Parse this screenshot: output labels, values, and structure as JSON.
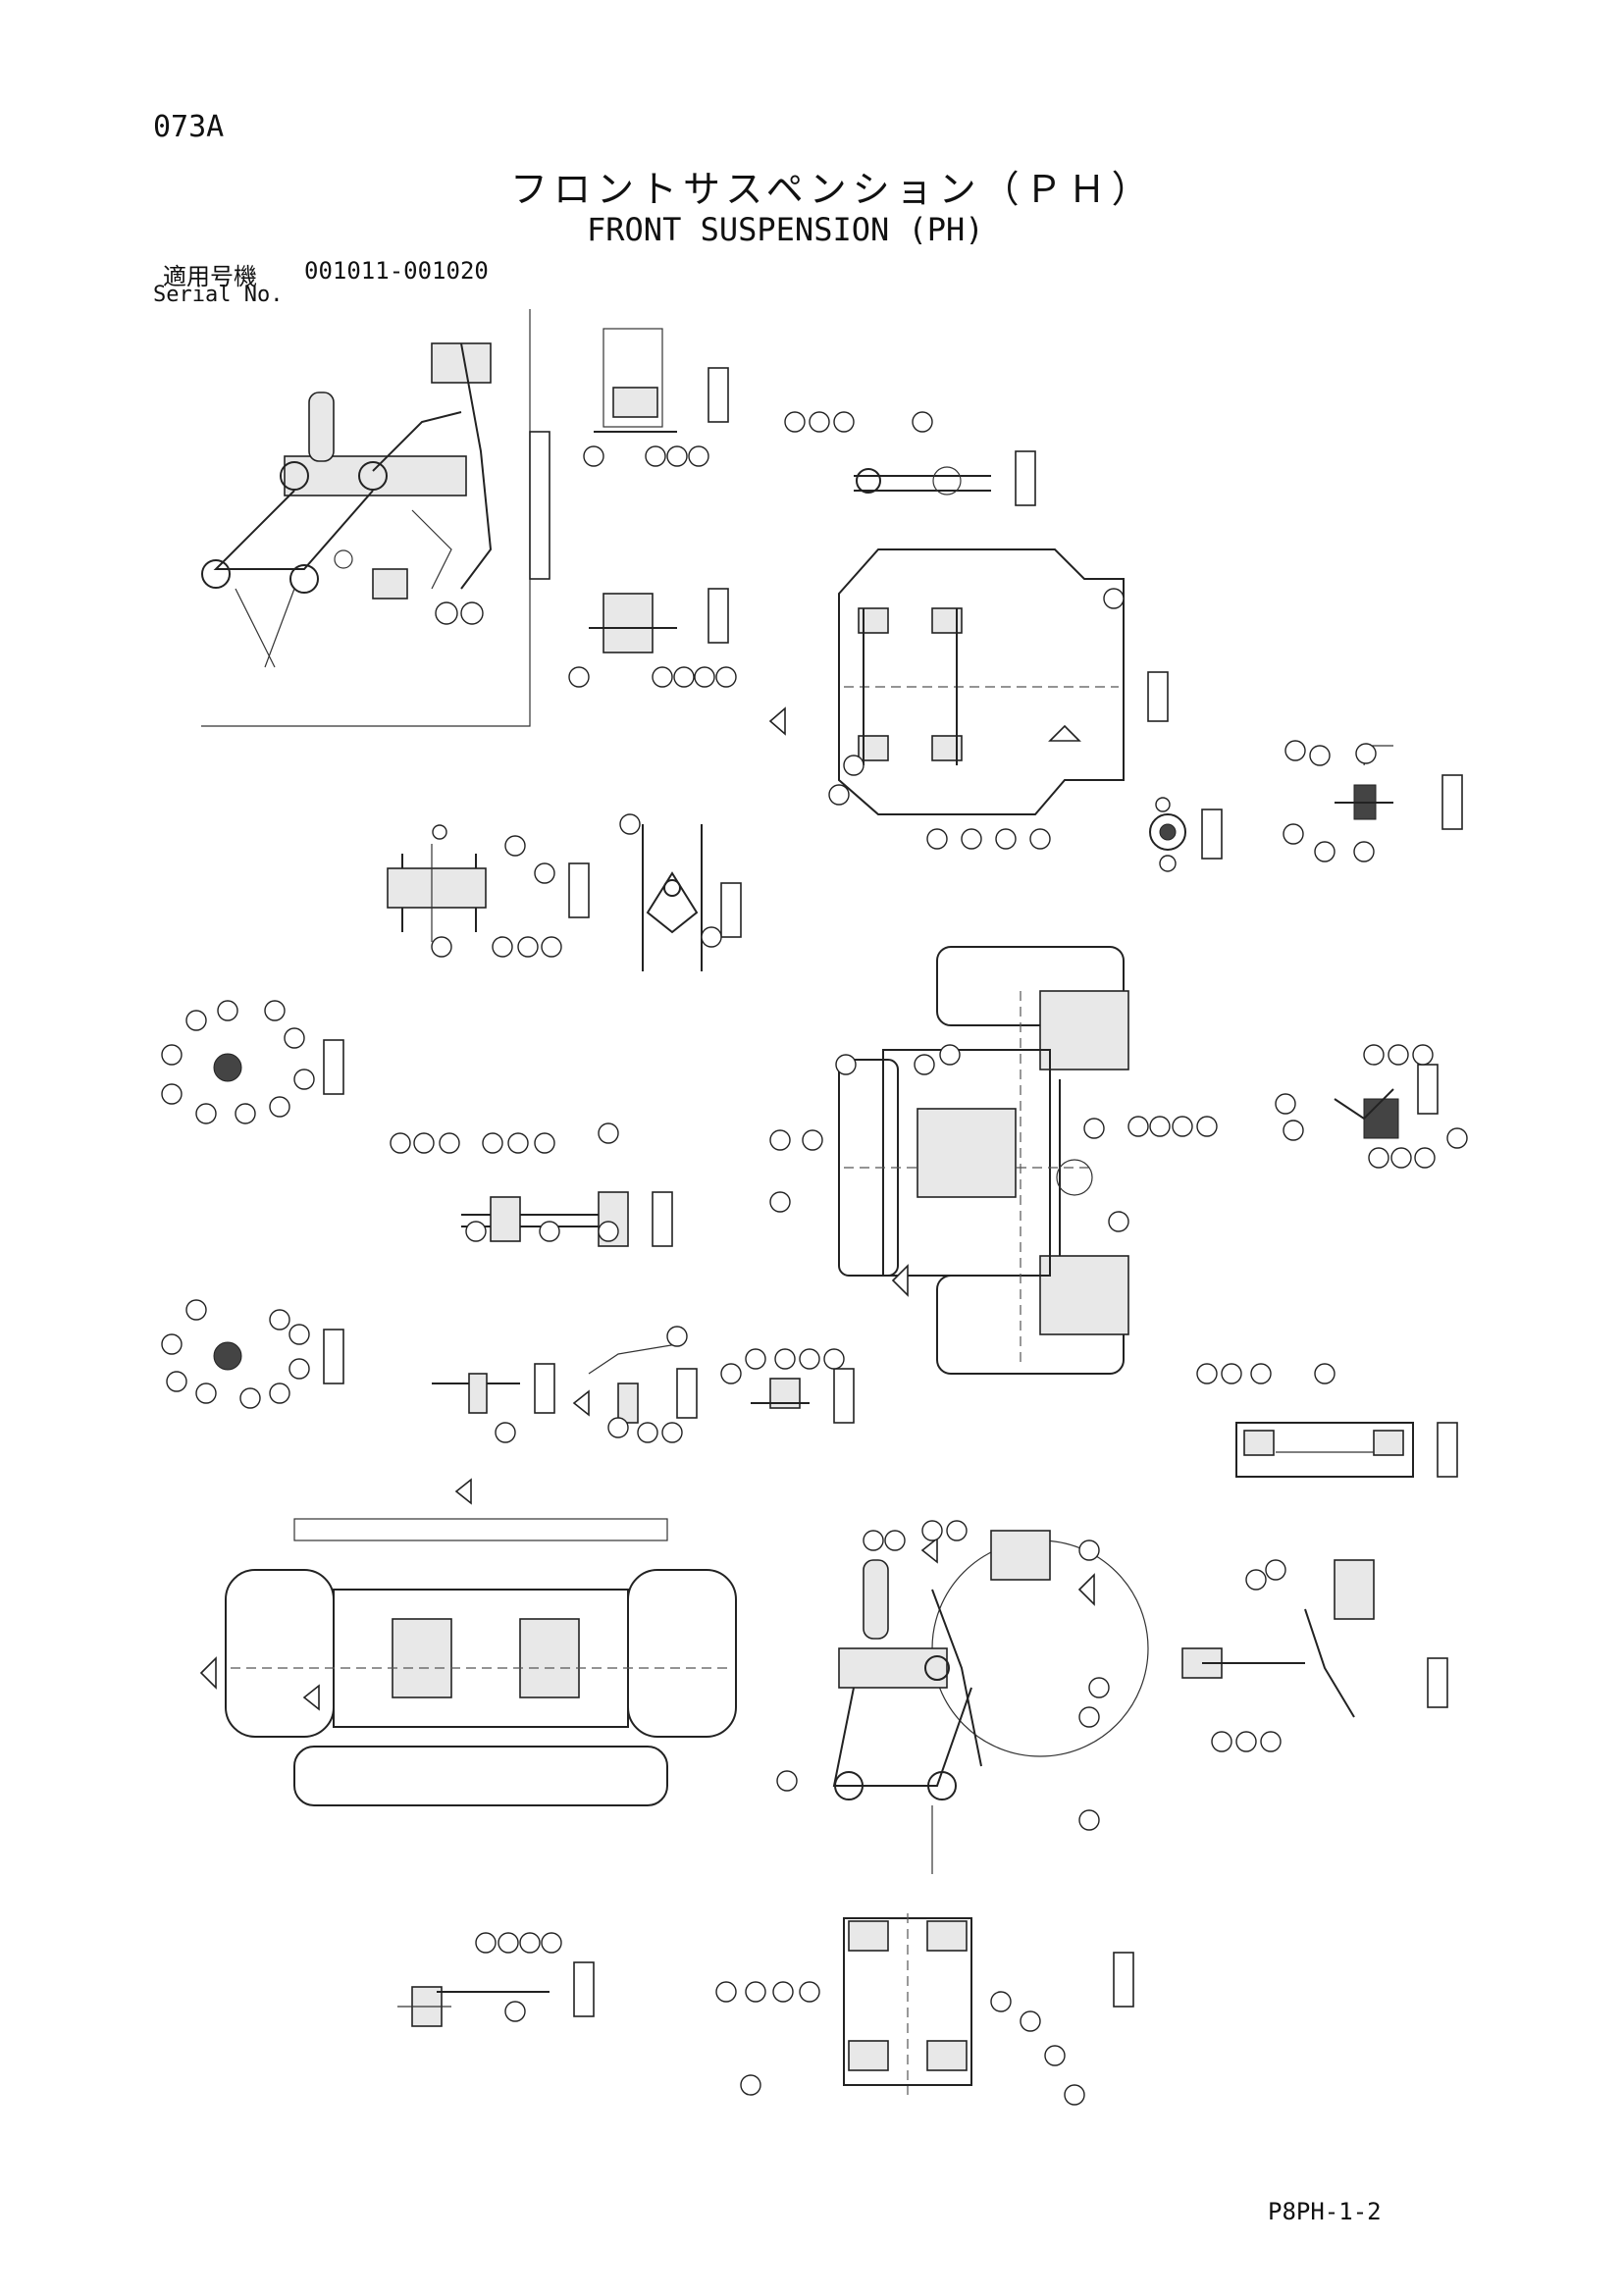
{
  "header": {
    "page_code": "073A",
    "title_jp": "フロントサスペンション（ＰＨ）",
    "title_en": "FRONT SUSPENSION (PH)",
    "serial_label_jp": "適用号機",
    "serial_range": "001011-001020",
    "serial_label_en": "Serial No."
  },
  "footer": {
    "sheet_code": "P8PH-1-2"
  }
}
